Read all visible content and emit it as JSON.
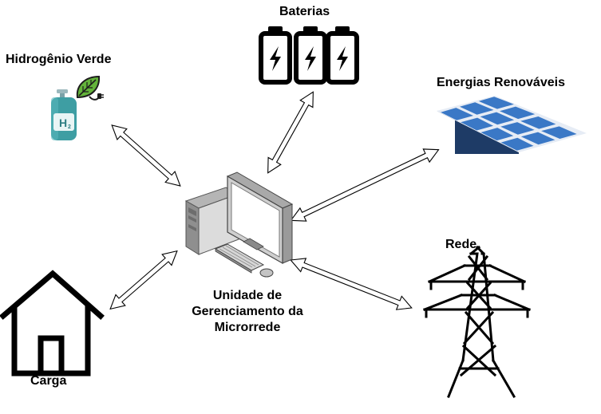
{
  "nodes": {
    "hydrogen": {
      "label": "Hidrogênio Verde",
      "icon": "hydrogen-tank-icon",
      "chip": "H₂"
    },
    "batteries": {
      "label": "Baterias",
      "icon": "battery-icon"
    },
    "renewables": {
      "label": "Energias Renováveis",
      "icon": "solar-panel-icon"
    },
    "grid": {
      "label": "Rede",
      "icon": "transmission-tower-icon"
    },
    "load": {
      "label": "Carga",
      "icon": "house-icon"
    },
    "controller": {
      "label_lines": [
        "Unidade de",
        "Gerenciamento da",
        "Microrrede"
      ],
      "icon": "computer-icon"
    }
  },
  "connections": [
    {
      "from": "controller",
      "to": "hydrogen",
      "type": "bidirectional"
    },
    {
      "from": "controller",
      "to": "batteries",
      "type": "bidirectional"
    },
    {
      "from": "controller",
      "to": "renewables",
      "type": "bidirectional"
    },
    {
      "from": "controller",
      "to": "grid",
      "type": "bidirectional"
    },
    {
      "from": "controller",
      "to": "load",
      "type": "bidirectional"
    }
  ],
  "colors": {
    "outline": "#000000",
    "tank": "#3e9ea3",
    "leaf": "#63b33a",
    "solar": "#3a78c6",
    "solar_frame": "#1e3b66",
    "computer": "#888888"
  }
}
